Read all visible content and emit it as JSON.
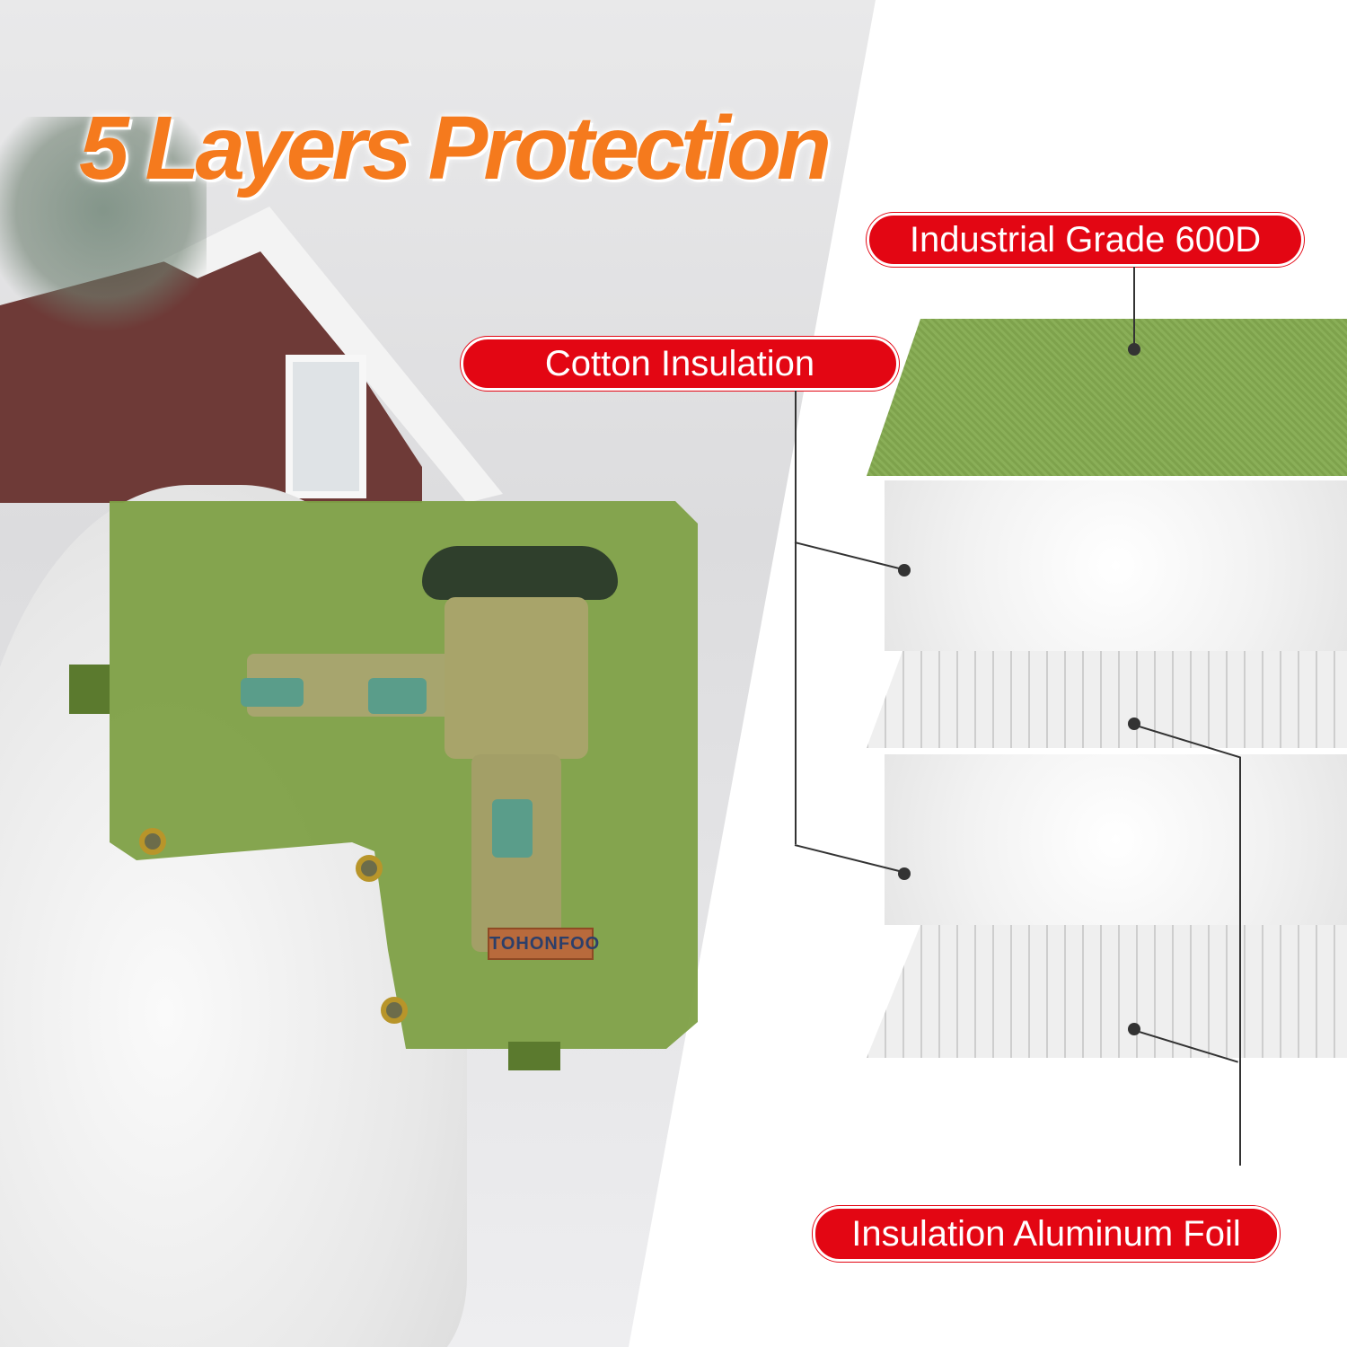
{
  "title": "5 Layers Protection",
  "brand_logo": "TOHONFOO",
  "labels": {
    "outer": "Industrial Grade 600D",
    "cotton": "Cotton Insulation",
    "foil": "Insulation Aluminum Foil"
  },
  "colors": {
    "title": "#f57a1d",
    "label_bg": "#e30613",
    "cover": "#7ea046"
  }
}
